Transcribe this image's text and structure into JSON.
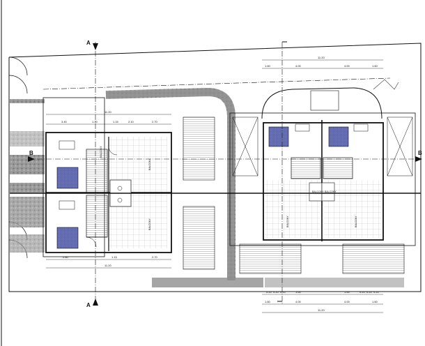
{
  "section_markers": {
    "a_top": "A",
    "a_bottom": "A",
    "b_left": "B",
    "b_right": "B"
  },
  "left_unit": {
    "overall_width": "11.20",
    "top_dims": [
      "3.40",
      "1.20",
      "1.15",
      "2.10",
      "2.70"
    ],
    "bottom_dims": [
      "2.80",
      "1.15",
      "2.70"
    ],
    "bottom_overall": "11.20",
    "room_labels": [
      "BALCONY",
      "BALCONY",
      "BALCONY"
    ]
  },
  "right_unit": {
    "overall_width": "11.20",
    "top_dims": [
      "1.60",
      "4.00",
      "4.00",
      "1.60"
    ],
    "bottom_dims": [
      "1.60",
      "4.00",
      "4.00",
      "1.60"
    ],
    "bottom_overall": "11.20",
    "small_dims": [
      "0.20",
      "0.20",
      "0.20",
      "1.60",
      "1.60",
      "0.20",
      "0.20",
      "0.20"
    ],
    "room_labels": [
      "BALCONY",
      "BALCONY",
      "BALCONY",
      "BALCONY"
    ]
  },
  "colors": {
    "line": "#111111",
    "hatch": "#8a8a8a",
    "bed": "#5a63a8",
    "tile": "#9a9a9a"
  }
}
